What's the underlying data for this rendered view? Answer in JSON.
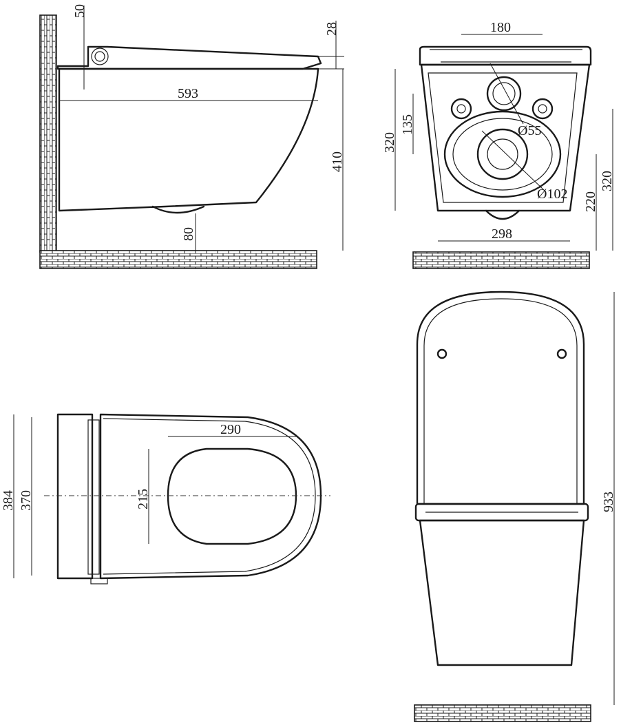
{
  "dimensions": {
    "side": {
      "d50": "50",
      "d28": "28",
      "d593": "593",
      "d410": "410",
      "d80": "80"
    },
    "rear": {
      "d180": "180",
      "d320_left": "320",
      "d135": "135",
      "d55": "Ø55",
      "d102": "Ø102",
      "d220": "220",
      "d320_right": "320",
      "d298": "298"
    },
    "top": {
      "d384": "384",
      "d370": "370",
      "d290": "290",
      "d215": "215"
    },
    "front": {
      "d933": "933"
    }
  },
  "colors": {
    "line": "#1a1a1a",
    "background": "#ffffff"
  }
}
